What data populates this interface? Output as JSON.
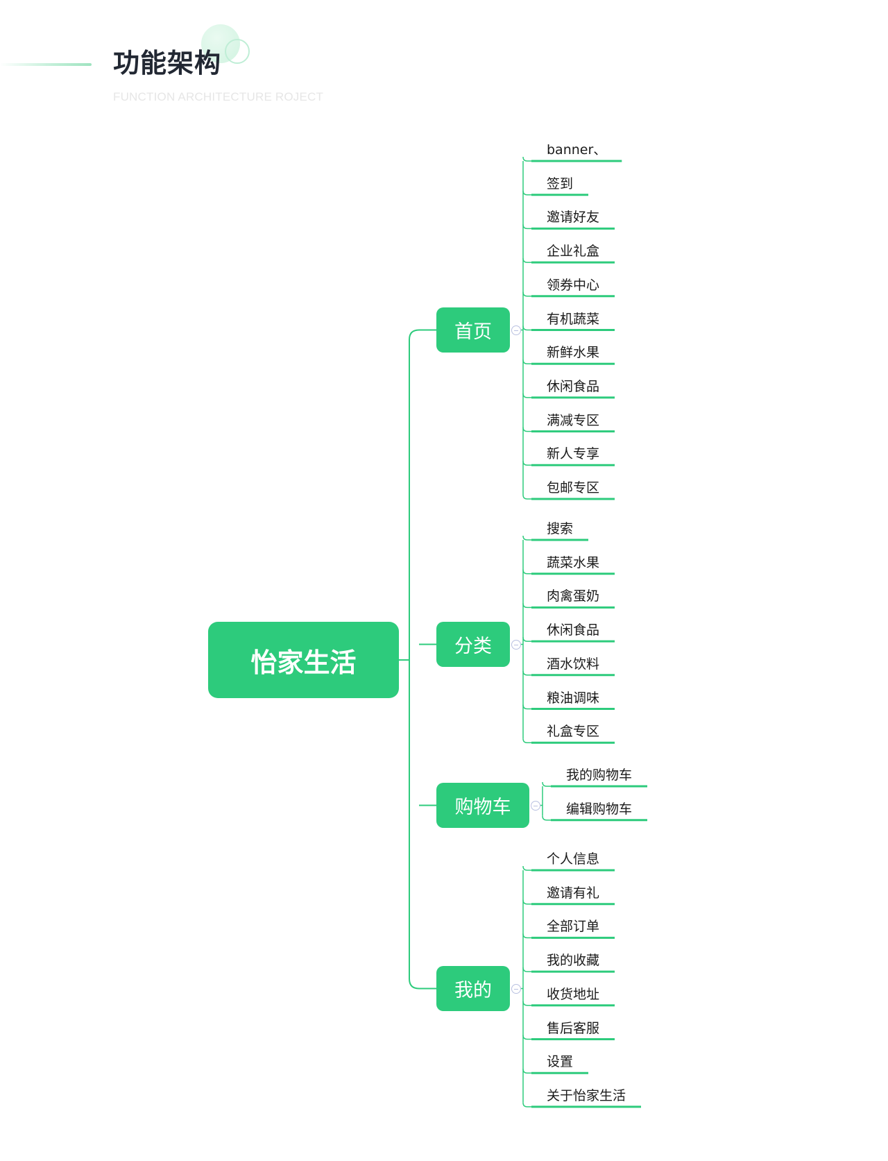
{
  "header": {
    "title": "功能架构",
    "subtitle": "FUNCTION ARCHITECTURE ROJECT"
  },
  "colors": {
    "accent": "#2dcb7c",
    "line": "#2dcb7c",
    "title": "#222833",
    "subtitle": "#e6e6e6"
  },
  "mindmap": {
    "root": "怡家生活",
    "branches": [
      {
        "label": "首页",
        "children": [
          "banner、",
          "签到",
          "邀请好友",
          "企业礼盒",
          "领券中心",
          "有机蔬菜",
          "新鲜水果",
          "休闲食品",
          "满减专区",
          "新人专享",
          "包邮专区"
        ]
      },
      {
        "label": "分类",
        "children": [
          "搜索",
          "蔬菜水果",
          "肉禽蛋奶",
          "休闲食品",
          "酒水饮料",
          "粮油调味",
          "礼盒专区"
        ]
      },
      {
        "label": "购物车",
        "children": [
          "我的购物车",
          "编辑购物车"
        ]
      },
      {
        "label": "我的",
        "children": [
          "个人信息",
          "邀请有礼",
          "全部订单",
          "我的收藏",
          "收货地址",
          "售后客服",
          "设置",
          "关于怡家生活"
        ]
      }
    ]
  }
}
